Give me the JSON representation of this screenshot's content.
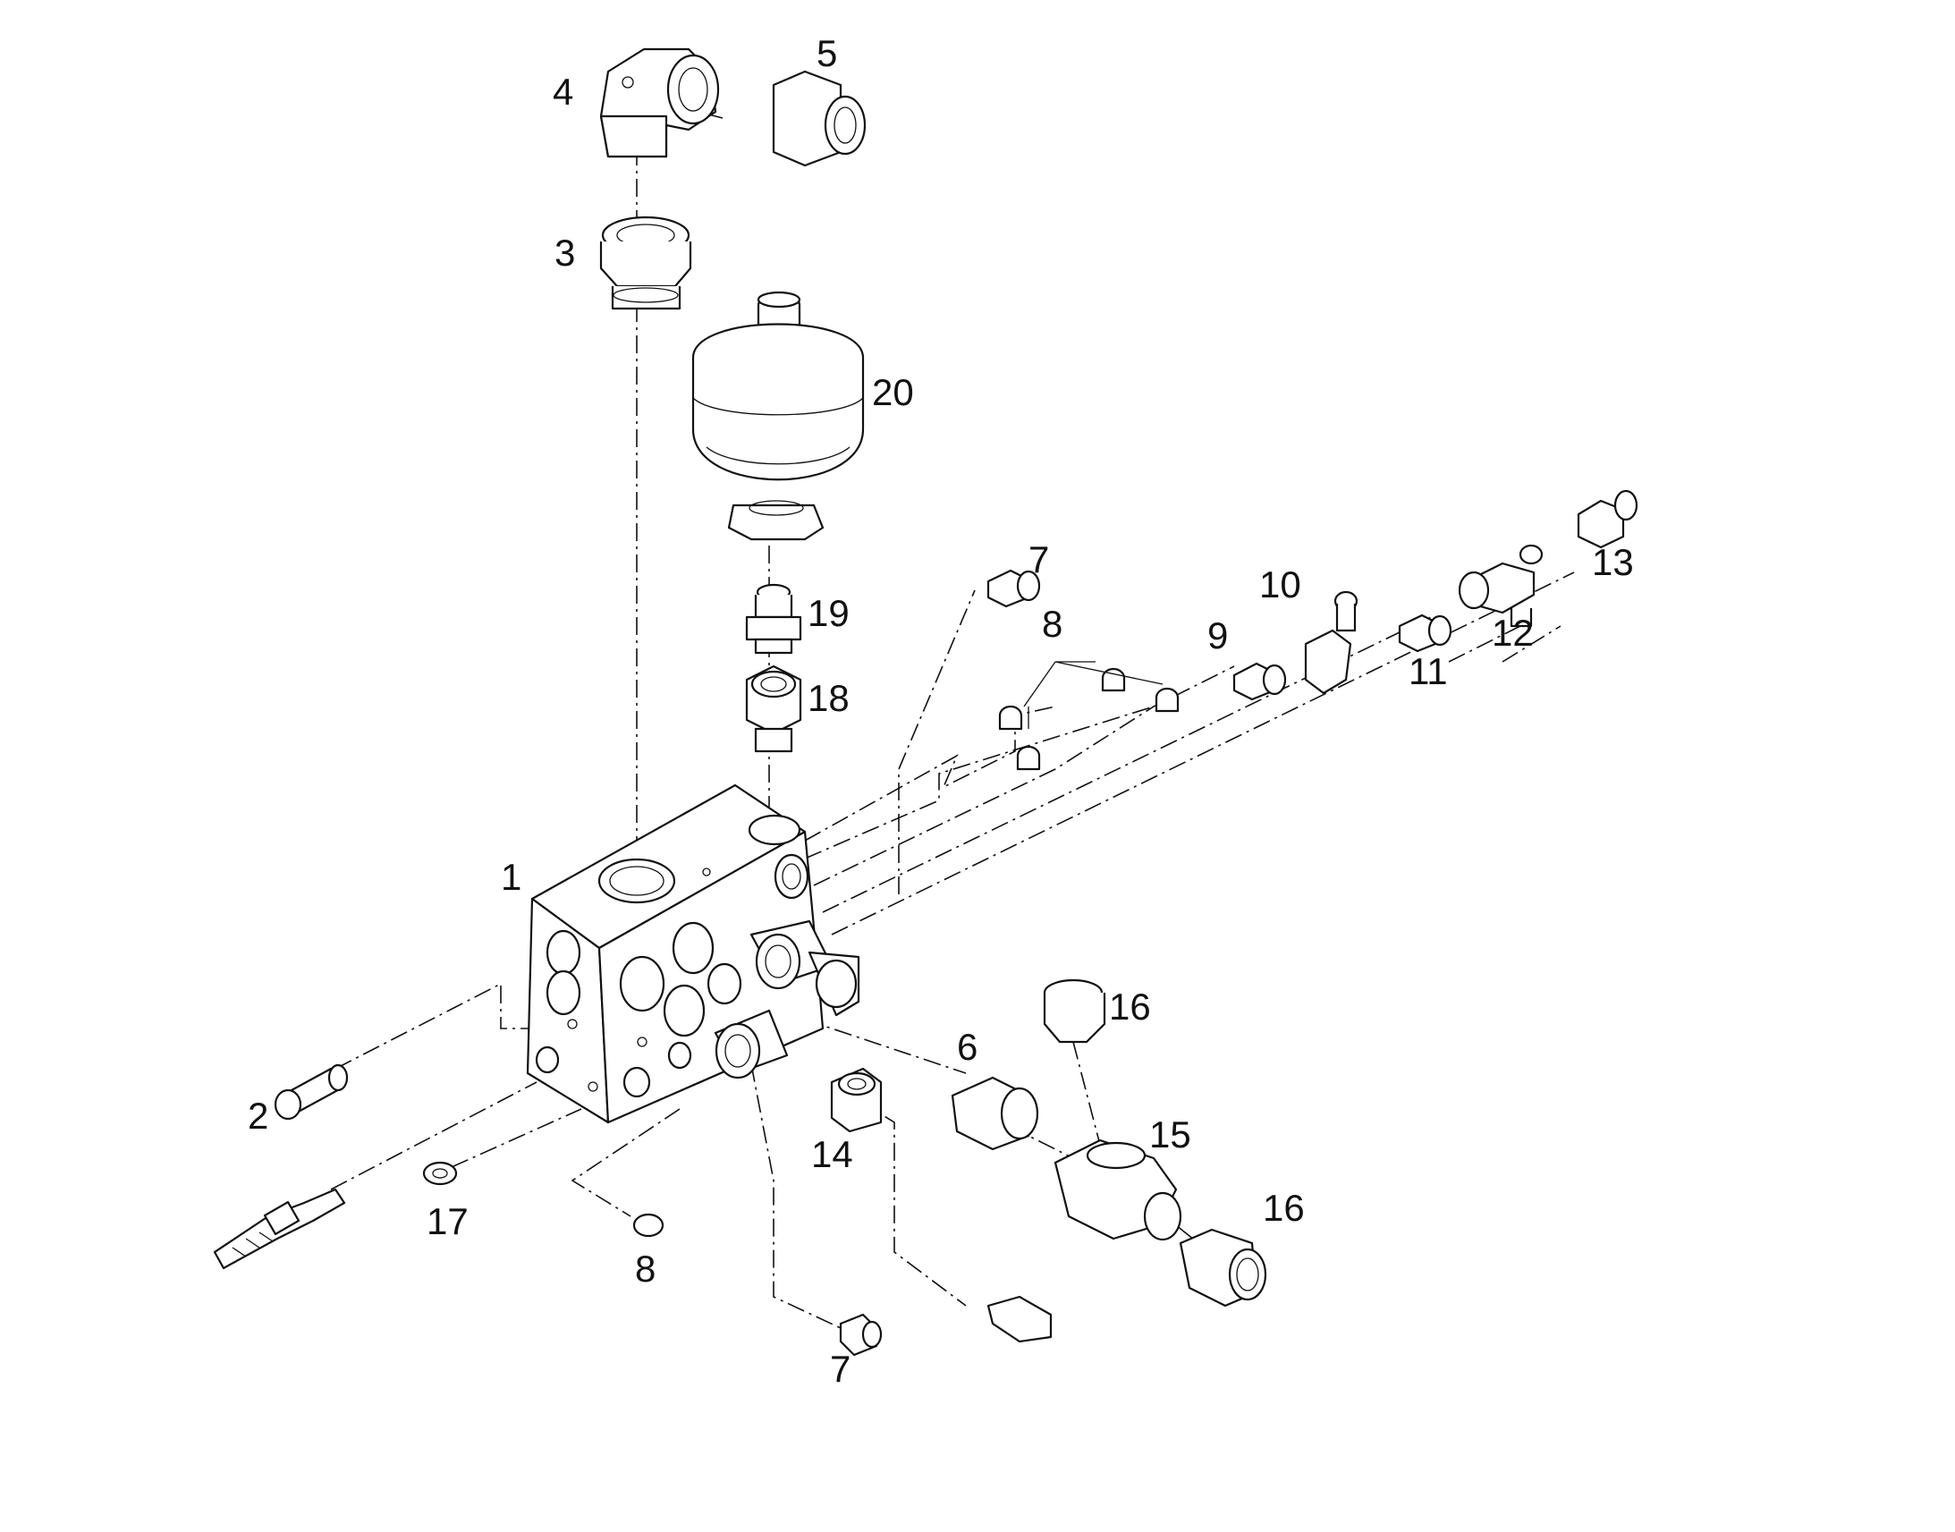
{
  "diagram": {
    "callouts": [
      {
        "id": "c1",
        "text": "1"
      },
      {
        "id": "c2",
        "text": "2"
      },
      {
        "id": "c3",
        "text": "3"
      },
      {
        "id": "c4",
        "text": "4"
      },
      {
        "id": "c5",
        "text": "5"
      },
      {
        "id": "c6",
        "text": "6"
      },
      {
        "id": "c7a",
        "text": "7"
      },
      {
        "id": "c7b",
        "text": "7"
      },
      {
        "id": "c8a",
        "text": "8"
      },
      {
        "id": "c8b",
        "text": "8"
      },
      {
        "id": "c9",
        "text": "9"
      },
      {
        "id": "c10",
        "text": "10"
      },
      {
        "id": "c11",
        "text": "11"
      },
      {
        "id": "c12",
        "text": "12"
      },
      {
        "id": "c13",
        "text": "13"
      },
      {
        "id": "c14",
        "text": "14"
      },
      {
        "id": "c15",
        "text": "15"
      },
      {
        "id": "c16a",
        "text": "16"
      },
      {
        "id": "c16b",
        "text": "16"
      },
      {
        "id": "c17",
        "text": "17"
      },
      {
        "id": "c18",
        "text": "18"
      },
      {
        "id": "c19",
        "text": "19"
      },
      {
        "id": "c20",
        "text": "20"
      }
    ]
  }
}
